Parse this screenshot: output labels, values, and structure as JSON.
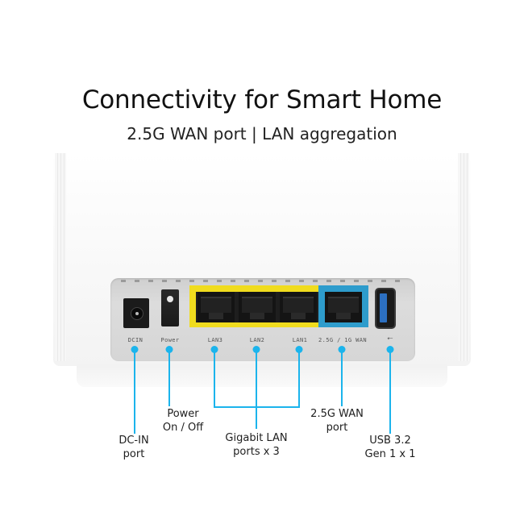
{
  "header": {
    "title": "Connectivity for Smart Home",
    "subtitle": "2.5G WAN port | LAN aggregation"
  },
  "device": {
    "panel_labels": {
      "dcin": "DCIN",
      "power": "Power",
      "lan3": "LAN3",
      "lan2": "LAN2",
      "lan1": "LAN1",
      "wan": "2.5G / 1G WAN",
      "usb_symbol": "⭠"
    },
    "colors": {
      "lan_highlight": "#f0dc1e",
      "wan_highlight": "#2e9ccc",
      "callout_line": "#1bb4ec",
      "usb_tongue": "#2c6fc0"
    }
  },
  "callouts": {
    "dcin": {
      "line1": "DC-IN",
      "line2": "port"
    },
    "power": {
      "line1": "Power",
      "line2": "On / Off"
    },
    "lan": {
      "line1": "Gigabit LAN",
      "line2": "ports x 3"
    },
    "wan": {
      "line1": "2.5G WAN",
      "line2": "port"
    },
    "usb": {
      "line1": "USB 3.2",
      "line2": "Gen 1 x 1"
    }
  }
}
